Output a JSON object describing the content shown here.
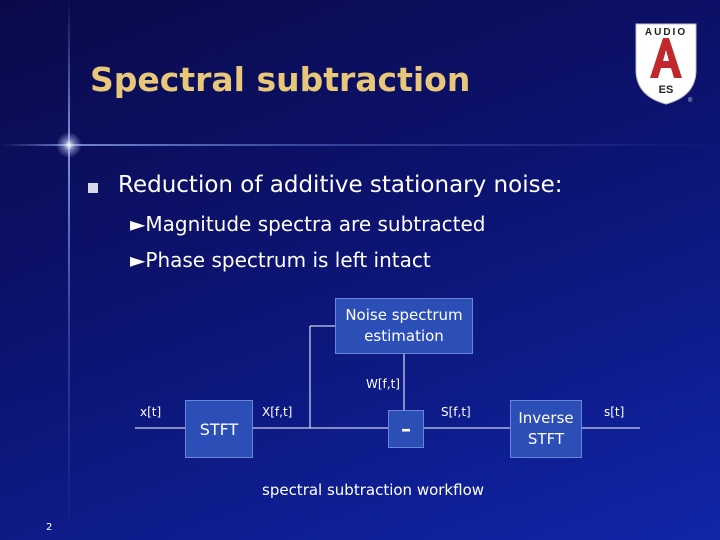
{
  "slide": {
    "title": "Spectral subtraction",
    "bullet": "Reduction of additive stationary noise:",
    "subpoints": [
      "►Magnitude spectra are subtracted",
      "►Phase spectrum is left intact"
    ],
    "page_number": "2"
  },
  "diagram": {
    "noise_box": [
      "Noise spectrum",
      "estimation"
    ],
    "stft_box": "STFT",
    "inverse_box": [
      "Inverse",
      "STFT"
    ],
    "sum_symbol": "–",
    "signals": {
      "input": "x[t]",
      "spectrum": "X[f,t]",
      "noise": "W[f,t]",
      "clean_spectrum": "S[f,t]",
      "output": "s[t]"
    },
    "caption": "spectral subtraction workflow"
  },
  "logo": {
    "top_text": "AUDIO",
    "bottom_text": "ES",
    "mark": "®"
  },
  "colors": {
    "title": "#e8c878",
    "box_fill": "#2b4fb7",
    "logo_red": "#c0282c"
  }
}
